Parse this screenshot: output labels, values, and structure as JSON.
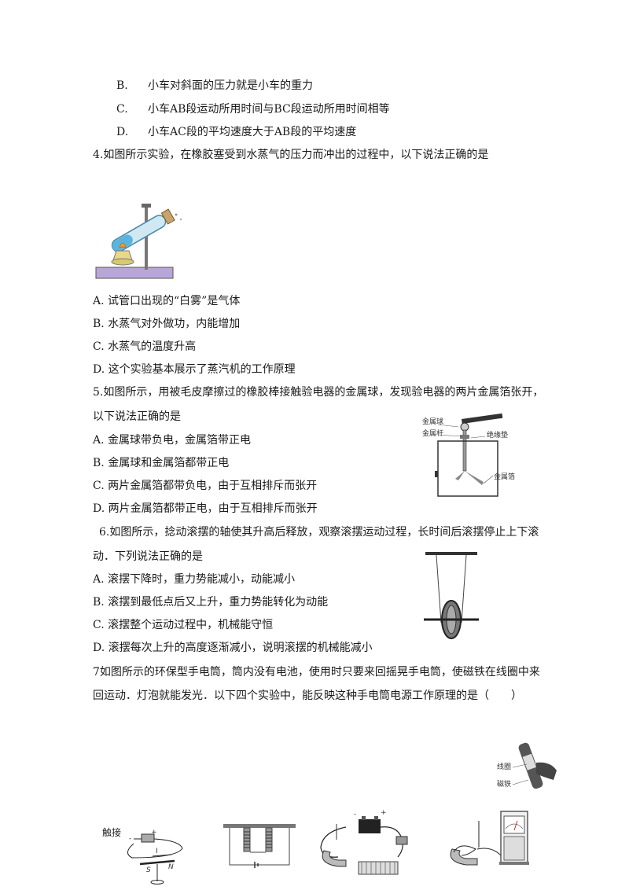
{
  "q3_options": [
    {
      "letter": "B.",
      "text": "小车对斜面的压力就是小车的重力"
    },
    {
      "letter": "C.",
      "text": "小车AB段运动所用时间与BC段运动所用时间相等"
    },
    {
      "letter": "D.",
      "text": "小车AC段的平均速度大于AB段的平均速度"
    }
  ],
  "q4": {
    "stem": "4.如图所示实验，在橡胶塞受到水蒸气的压力而冲出的过程中，以下说法正确的是",
    "options": [
      "A. 试管口出现的“白雾”是气体",
      "B. 水蒸气对外做功，内能增加",
      "C. 水蒸气的温度升高",
      "D. 这个实验基本展示了蒸汽机的工作原理"
    ]
  },
  "q5": {
    "stem_line1": "5.如图所示，用被毛皮摩擦过的橡胶棒接触验电器的金属球，发现验电器的两片金属箔张开，",
    "stem_line2": "以下说法正确的是",
    "options": [
      "A. 金属球带负电，金属箔带正电",
      "B. 金属球和金属箔都带正电",
      "C. 两片金属箔都带负电，由于互相排斥而张开",
      "D. 两片金属箔都带正电，由于互相排斥而张开"
    ],
    "figure_labels": {
      "ball": "金属球",
      "rod": "金属杆",
      "insulator": "绝缘垫",
      "foil": "金属箔"
    }
  },
  "q6": {
    "stem_line1": "6.如图所示，捻动滚摆的轴使其升高后释放，观察滚摆运动过程，长时间后滚摆停止上下滚",
    "stem_line2": "动．下列说法正确的是",
    "options": [
      "A. 滚摆下降时，重力势能减小，动能减小",
      "B. 滚摆到最低点后又上升，重力势能转化为动能",
      "C. 滚摆整个运动过程中，机械能守恒",
      "D. 滚摆每次上升的高度逐渐减小，说明滚摆的机械能减小"
    ]
  },
  "q7": {
    "stem_line1": "7如图所示的环保型手电筒，筒内没有电池，使用时只要来回摇晃手电筒，使磁铁在线圈中来",
    "stem_line2": "回运动．灯泡就能发光．以下四个实验中，能反映这种手电筒电源工作原理的是（　　）",
    "flashlight_labels": {
      "coil": "线圈",
      "magnet": "磁铁"
    },
    "fig_a_labels": {
      "touch": "触接",
      "s": "S",
      "n": "N",
      "plus": "+",
      "minus": "-",
      "i": "I"
    },
    "fig_c_labels": {
      "minus": "-",
      "plus": "+"
    }
  }
}
